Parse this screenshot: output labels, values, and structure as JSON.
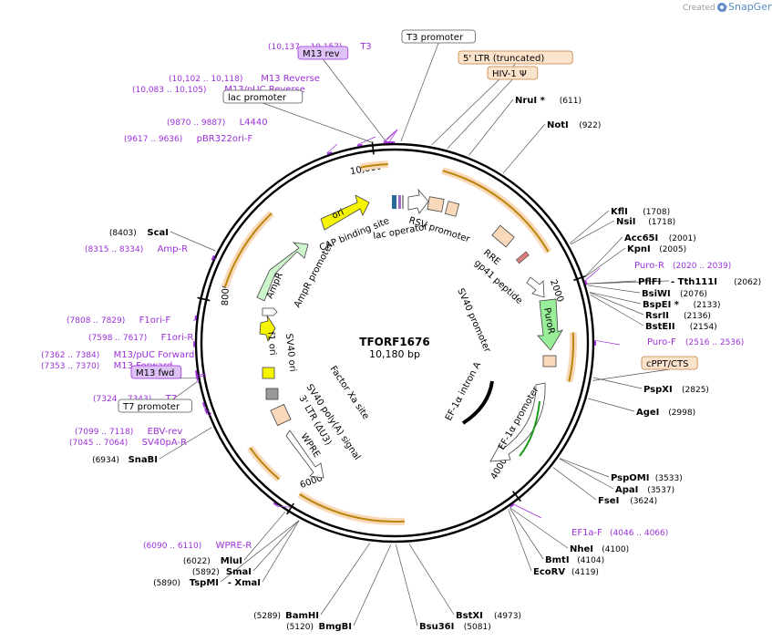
{
  "watermark": {
    "prefix": "Created by",
    "brand": "SnapGene"
  },
  "plasmid": {
    "name": "TFORF1676",
    "size": "10,180 bp"
  },
  "ticks": [
    "2000",
    "4000",
    "6000",
    "8000",
    "10,000"
  ],
  "boxed_features": [
    {
      "label": "T3 promoter",
      "style": "white"
    },
    {
      "label": "M13 rev",
      "style": "purple"
    },
    {
      "label": "lac promoter",
      "style": "white"
    },
    {
      "label": "5' LTR (truncated)",
      "style": "orange"
    },
    {
      "label": "HIV-1 Ψ",
      "style": "orange"
    },
    {
      "label": "cPPT/CTS",
      "style": "orange"
    },
    {
      "label": "M13 fwd",
      "style": "purple"
    },
    {
      "label": "T7 promoter",
      "style": "white"
    }
  ],
  "primers": [
    {
      "range": "(10,137 .. 10,157)",
      "name": "T3"
    },
    {
      "range": "(10,102 .. 10,118)",
      "name": "M13 Reverse"
    },
    {
      "range": "(10,083 .. 10,105)",
      "name": "M13/pUC Reverse"
    },
    {
      "range": "(9870 .. 9887)",
      "name": "L4440"
    },
    {
      "range": "(9617 .. 9636)",
      "name": "pBR322ori-F"
    },
    {
      "range": "(8315 .. 8334)",
      "name": "Amp-R"
    },
    {
      "range": "(7808 .. 7829)",
      "name": "F1ori-F"
    },
    {
      "range": "(7598 .. 7617)",
      "name": "F1ori-R"
    },
    {
      "range": "(7362 .. 7384)",
      "name": "M13/pUC Forward"
    },
    {
      "range": "(7353 .. 7370)",
      "name": "M13 Forward"
    },
    {
      "range": "(7324 .. 7343)",
      "name": "T7"
    },
    {
      "range": "(7099 .. 7118)",
      "name": "EBV-rev"
    },
    {
      "range": "(7045 .. 7064)",
      "name": "SV40pA-R"
    },
    {
      "range": "(6090 .. 6110)",
      "name": "WPRE-R"
    },
    {
      "range": "(2020 .. 2039)",
      "name": "Puro-R"
    },
    {
      "range": "(2516 .. 2536)",
      "name": "Puro-F"
    },
    {
      "range": "(4046 .. 4066)",
      "name": "EF1a-F"
    }
  ],
  "enzymes": [
    {
      "name": "NruI *",
      "pos": "(611)"
    },
    {
      "name": "NotI",
      "pos": "(922)"
    },
    {
      "name": "KflI",
      "pos": "(1708)"
    },
    {
      "name": "NsiI",
      "pos": "(1718)"
    },
    {
      "name": "Acc65I",
      "pos": "(2001)"
    },
    {
      "name": "KpnI",
      "pos": "(2005)"
    },
    {
      "name": "PflFI",
      "pos": ""
    },
    {
      "name": "- Tth111I",
      "pos": "(2062)"
    },
    {
      "name": "BsiWI",
      "pos": "(2076)"
    },
    {
      "name": "BspEI *",
      "pos": "(2133)"
    },
    {
      "name": "RsrII",
      "pos": "(2136)"
    },
    {
      "name": "BstEII",
      "pos": "(2154)"
    },
    {
      "name": "PspXI",
      "pos": "(2825)"
    },
    {
      "name": "AgeI",
      "pos": "(2998)"
    },
    {
      "name": "PspOMI",
      "pos": "(3533)"
    },
    {
      "name": "ApaI",
      "pos": "(3537)"
    },
    {
      "name": "FseI",
      "pos": "(3624)"
    },
    {
      "name": "NheI",
      "pos": "(4100)"
    },
    {
      "name": "BmtI",
      "pos": "(4104)"
    },
    {
      "name": "EcoRV",
      "pos": "(4119)"
    },
    {
      "name": "BstXI",
      "pos": "(4973)"
    },
    {
      "name": "Bsu36I",
      "pos": "(5081)"
    },
    {
      "name": "BmgBI",
      "pos": "(5120)"
    },
    {
      "name": "BamHI",
      "pos": "(5289)"
    },
    {
      "name": "TspMI",
      "pos": "(5890)"
    },
    {
      "name": "- XmaI",
      "pos": ""
    },
    {
      "name": "SmaI",
      "pos": "(5892)"
    },
    {
      "name": "MluI",
      "pos": "(6022)"
    },
    {
      "name": "SnaBI",
      "pos": "(6934)"
    },
    {
      "name": "ScaI",
      "pos": "(8403)"
    }
  ],
  "inner_features": [
    "ori",
    "CAP binding site",
    "lac operator",
    "RSV promoter",
    "RRE",
    "gp41 peptide",
    "SV40 promoter",
    "PuroR",
    "EF-1α promoter",
    "EF-1α intron A",
    "AmpR",
    "AmpR promoter",
    "f1 ori",
    "SV40 ori",
    "SV40 poly(A) signal",
    "Factor Xa site",
    "3' LTR (ΔU3)",
    "WPRE"
  ],
  "colors": {
    "backbone": "#000000",
    "primer": "#9b30d9",
    "orange_feature": "#f5a623",
    "ampr_fill": "#ccf5cc",
    "ori_fill": "#f5f500",
    "ltr_fill": "#f9d9b9",
    "puro_fill": "#99ee99"
  }
}
